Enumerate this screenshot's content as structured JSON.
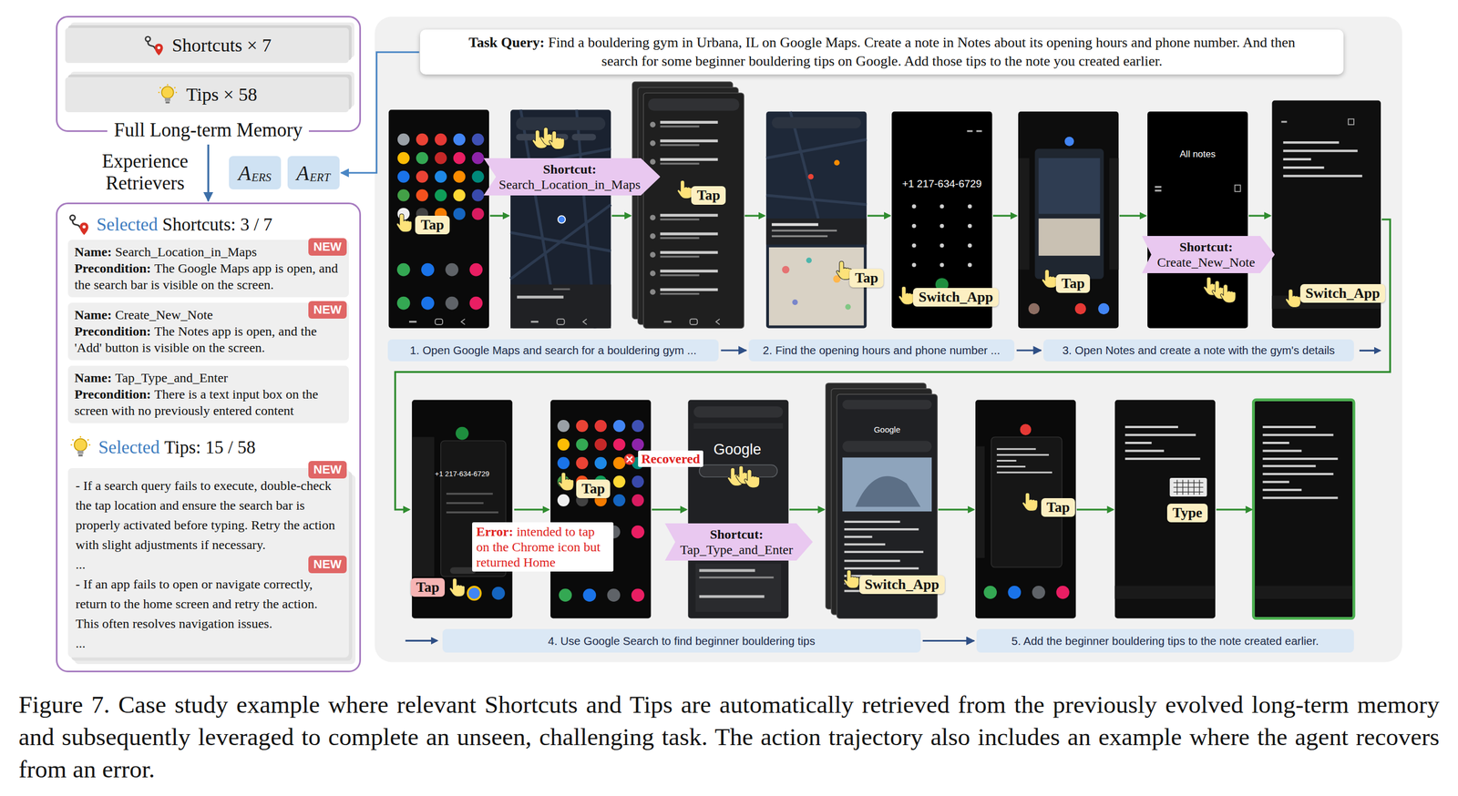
{
  "diagram": {
    "caption": "Figure 7. Case study example where relevant Shortcuts and Tips are automatically retrieved from the previously evolved long-term memory and subsequently leveraged to complete an unseen, challenging task. The action trajectory also includes an example where the agent recovers from an error.",
    "nodes": [
      {
        "text": [
          "Full Long-term Memory"
        ]
      },
      {
        "text": [
          "Shortcuts × 7"
        ],
        "in": 0
      },
      {
        "text": [
          "Tips × 58"
        ],
        "in": 0
      },
      {
        "text": [
          "A",
          "ERS"
        ]
      },
      {
        "text": [
          "A",
          "ERT"
        ]
      },
      {
        "text": [
          "Selected",
          "Shortcuts: 3 / 7",
          "Selected",
          "Tips: 15 / 58"
        ]
      },
      {
        "text": [
          "Name:",
          "Search_Location_in_Maps",
          "Precondition:",
          "The Google Maps app is open, and the search bar is visible on the screen."
        ],
        "in": 5
      },
      {
        "text": [
          "NEW"
        ],
        "in": 6
      },
      {
        "text": [
          "Name:",
          "Create_New_Note",
          "Precondition:",
          "The Notes app is open, and the 'Add' button is visible on the screen."
        ],
        "in": 5
      },
      {
        "text": [
          "NEW"
        ],
        "in": 8
      },
      {
        "text": [
          "Name:",
          "Tap_Type_and_Enter",
          "Precondition:",
          "There is a text input box on the screen with no previously entered content"
        ],
        "in": 5
      },
      {
        "text": [
          "- If a search query fails to execute, double-check the tap location and ensure the search bar is properly activated before typing. Retry the action with slight adjustments if necessary.",
          "...",
          "- If an app fails to open or navigate correctly, return to the home screen and retry the action. This often resolves navigation issues.",
          "..."
        ],
        "in": 5
      },
      {
        "text": [
          "NEW"
        ],
        "in": 11
      },
      {
        "text": [
          "NEW"
        ],
        "in": 11
      },
      {
        "text": [
          "Task Query:",
          "Find a bouldering gym in Urbana, IL on Google Maps. Create a note in Notes about its opening hours and phone number. And then search for some beginner bouldering tips on Google. Add those tips to the note you created earlier."
        ]
      },
      {
        "text": [
          "1. Open Google Maps and search for a bouldering gym ..."
        ]
      },
      {
        "text": [
          "2. Find the opening hours and phone number ..."
        ]
      },
      {
        "text": [
          "3. Open Notes and create a note with the gym's details"
        ]
      },
      {
        "text": [
          "4. Use Google Search to find beginner bouldering tips"
        ]
      },
      {
        "text": [
          "5. Add the beginner bouldering tips to the note created earlier."
        ]
      },
      {
        "text": [
          "Tap"
        ]
      },
      {
        "text": [
          "Shortcut:",
          "Search_Location_in_Maps"
        ]
      },
      {
        "text": [
          "Tap"
        ]
      },
      {
        "text": [
          "Tap"
        ]
      },
      {
        "text": [
          "Switch_App"
        ]
      },
      {
        "text": [
          "Tap"
        ]
      },
      {
        "text": [
          "Shortcut:",
          "Create_New_Note"
        ]
      },
      {
        "text": [
          "Switch_App"
        ]
      },
      {
        "text": [
          "Tap"
        ]
      },
      {
        "text": [
          "Error:",
          "intended to tap on the Chrome icon but returned Home"
        ]
      },
      {
        "text": [
          "Recovered"
        ]
      },
      {
        "text": [
          "Tap"
        ]
      },
      {
        "text": [
          "Shortcut:",
          "Tap_Type_and_Enter"
        ]
      },
      {
        "text": [
          "Switch_App"
        ]
      },
      {
        "text": [
          "Tap"
        ]
      },
      {
        "text": [
          "Type"
        ]
      }
    ],
    "edges": [
      {
        "from": 14,
        "to": 4,
        "arrow": "to"
      },
      {
        "from": 0,
        "to": 5,
        "arrow": "to"
      },
      {
        "from": 15,
        "to": 16,
        "arrow": "to"
      },
      {
        "from": 16,
        "to": 17,
        "arrow": "to"
      },
      {
        "from": 18,
        "to": 19,
        "arrow": "to"
      }
    ],
    "labels": [
      "Experience Retrievers",
      "+1 217-634-6729",
      "All notes",
      "+1 217-634-6729",
      "Google",
      "Google"
    ]
  }
}
